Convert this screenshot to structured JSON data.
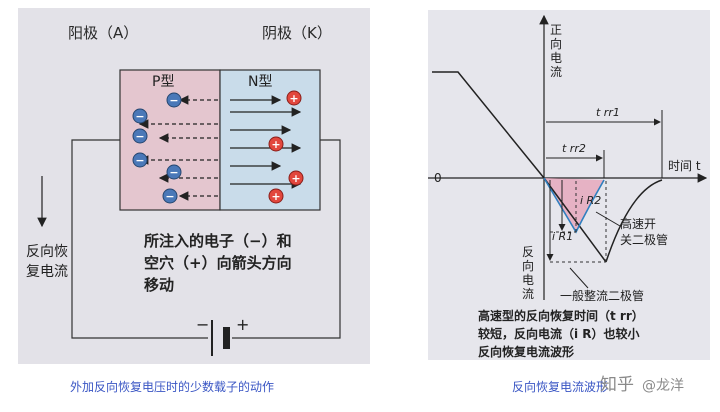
{
  "left": {
    "anode_label": "阳极（A）",
    "cathode_label": "阴极（K）",
    "p_region": "P型",
    "n_region": "N型",
    "electron_sign": "−",
    "hole_sign": "+",
    "side_label_lines": [
      "反向恢",
      "复电流"
    ],
    "note_lines": [
      "所注入的电子（−）和",
      "空穴（+）向箭头方向",
      "移动"
    ],
    "battery_minus": "−",
    "battery_plus": "+",
    "caption": "外加反向恢复电压时的少数载子的动作"
  },
  "right": {
    "y_pos_label": [
      "正",
      "向",
      "电",
      "流"
    ],
    "y_neg_label": [
      "反",
      "向",
      "电",
      "流"
    ],
    "x_label": "时间 t",
    "zero": "0",
    "trr1": "t rr1",
    "trr2": "t rr2",
    "ir2": "i R2",
    "ir1": "i R1",
    "fast_label": [
      "高速开",
      "关二极管"
    ],
    "general_label": "一般整流二极管",
    "note_lines": [
      "高速型的反向恢复时间（t rr）",
      "较短，反向电流（i R）也较小",
      "反向恢复电流波形"
    ],
    "caption": "反向恢复电流波形"
  },
  "watermark": {
    "zhihu": "知乎",
    "author": "@龙洋"
  },
  "colors": {
    "panel_bg": "#e3e2e8",
    "p_region": "#e4c6cf",
    "n_region": "#c9dcea",
    "electron": "#4a78b8",
    "hole": "#e2473d",
    "caption": "#3a56c4",
    "curve_fast": "#2f7fbf",
    "shade": "#e5a8bd"
  },
  "icons": [
    "electron-dot",
    "hole-dot",
    "battery-symbol",
    "arrow-down"
  ]
}
